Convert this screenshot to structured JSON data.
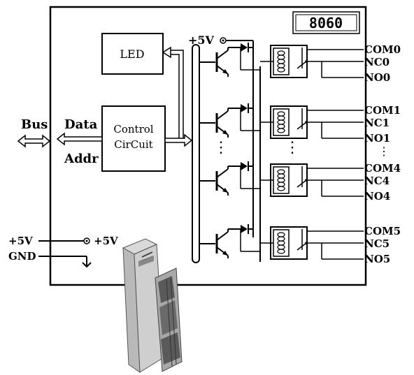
{
  "model": "8060",
  "blocks": {
    "led": "LED",
    "control_line1": "Control",
    "control_line2": "CirCuit"
  },
  "labels": {
    "bus": "Bus",
    "data": "Data",
    "addr": "Addr",
    "plus5v_top": "+5V",
    "plus5v_left": "+5V",
    "plus5v_right": "+5V",
    "gnd": "GND",
    "ellipsis": "⋮"
  },
  "relays": [
    {
      "com": "COM0",
      "nc": "NC0",
      "no": "NO0"
    },
    {
      "com": "COM1",
      "nc": "NC1",
      "no": "NO1"
    },
    {
      "com": "COM4",
      "nc": "NC4",
      "no": "NO4"
    },
    {
      "com": "COM5",
      "nc": "NC5",
      "no": "NO5"
    }
  ]
}
